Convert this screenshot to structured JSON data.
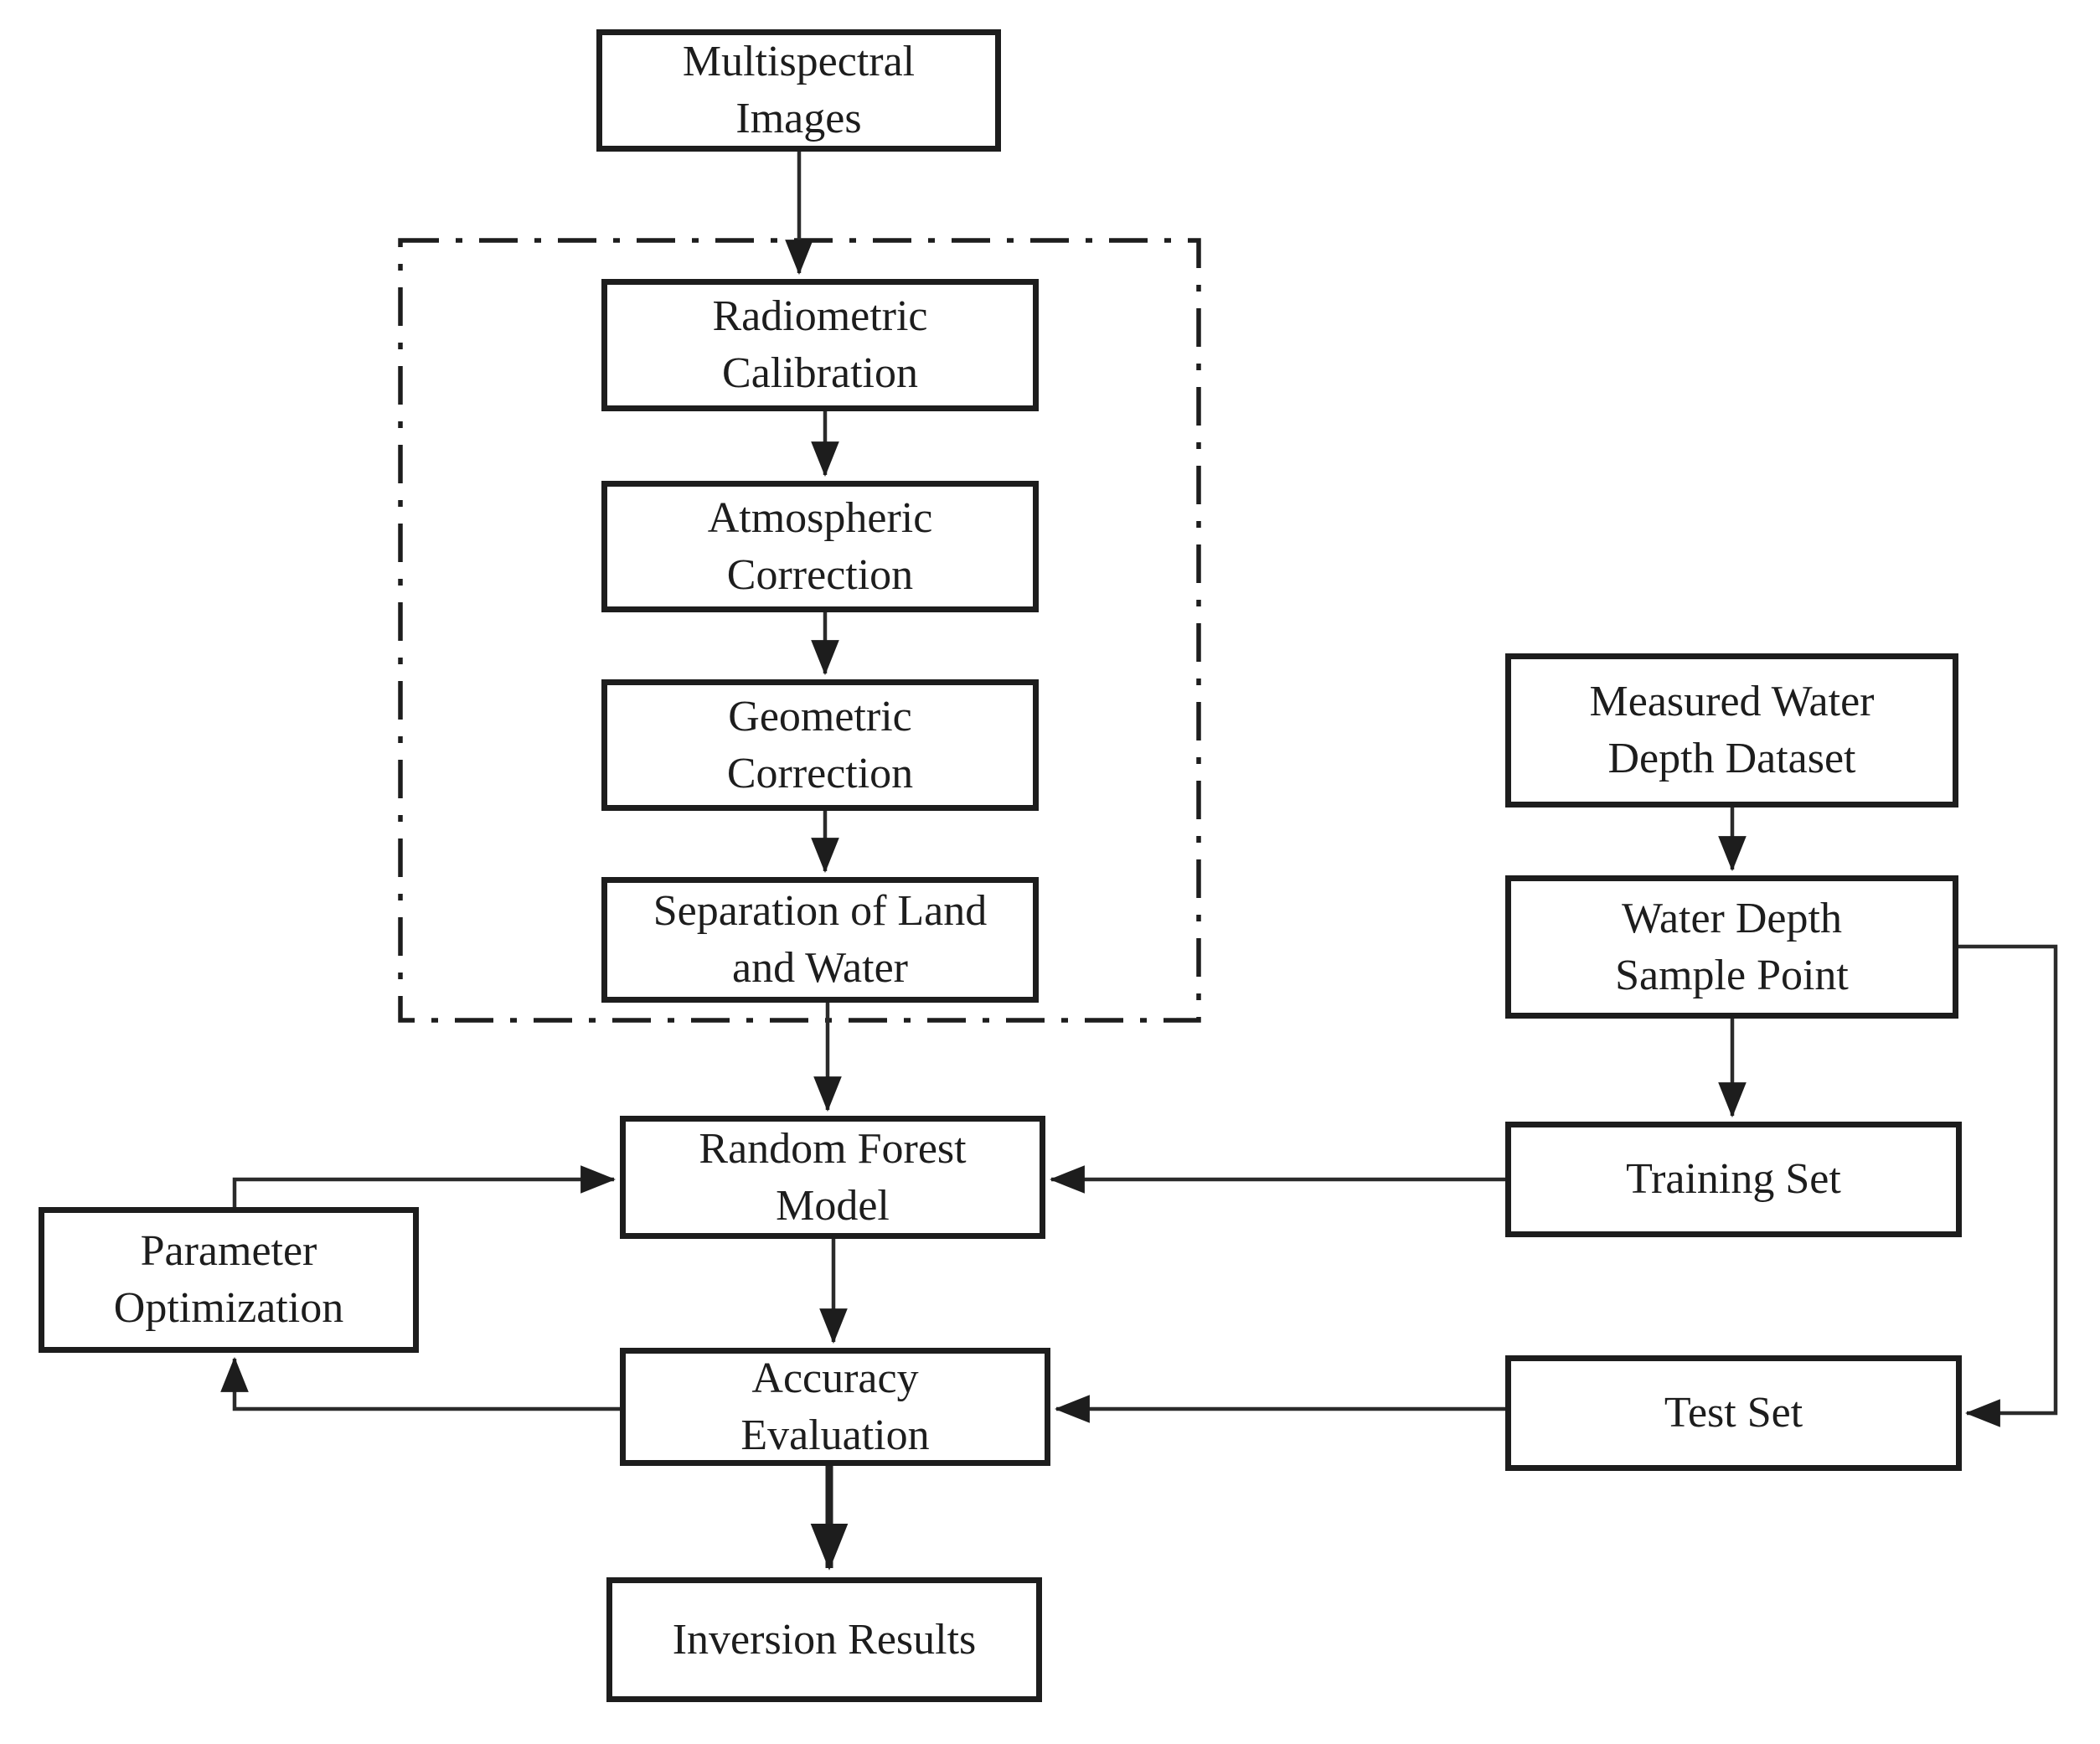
{
  "diagram": {
    "type": "flowchart",
    "colors": {
      "background": "#ffffff",
      "ink": "#1d1d1d",
      "wire": "#2b2b2b"
    },
    "nodes": {
      "multispectral": {
        "label": "Multispectral\nImages"
      },
      "radiometric": {
        "label": "Radiometric\nCalibration"
      },
      "atmospheric": {
        "label": "Atmospheric\nCorrection"
      },
      "geometric": {
        "label": "Geometric\nCorrection"
      },
      "separation": {
        "label": "Separation of Land\nand Water"
      },
      "random_forest": {
        "label": "Random Forest\nModel"
      },
      "parameter_optimization": {
        "label": "Parameter\nOptimization"
      },
      "accuracy": {
        "label": "Accuracy\nEvaluation"
      },
      "inversion": {
        "label": "Inversion Results"
      },
      "measured": {
        "label": "Measured Water\nDepth Dataset"
      },
      "water_sample": {
        "label": "Water Depth\nSample Point"
      },
      "training": {
        "label": "Training Set"
      },
      "test": {
        "label": "Test Set"
      }
    },
    "groups": [
      {
        "id": "preprocessing-group",
        "border_style": "dash-dot",
        "members": [
          "radiometric",
          "atmospheric",
          "geometric",
          "separation"
        ]
      }
    ],
    "edges": [
      {
        "from": "multispectral",
        "to": "radiometric",
        "style": "arrow"
      },
      {
        "from": "radiometric",
        "to": "atmospheric",
        "style": "arrow"
      },
      {
        "from": "atmospheric",
        "to": "geometric",
        "style": "arrow"
      },
      {
        "from": "geometric",
        "to": "separation",
        "style": "arrow"
      },
      {
        "from": "separation",
        "to": "random_forest",
        "style": "arrow"
      },
      {
        "from": "random_forest",
        "to": "accuracy",
        "style": "arrow"
      },
      {
        "from": "accuracy",
        "to": "inversion",
        "style": "arrow-bold"
      },
      {
        "from": "measured",
        "to": "water_sample",
        "style": "arrow"
      },
      {
        "from": "water_sample",
        "to": "training",
        "style": "arrow"
      },
      {
        "from": "water_sample",
        "to": "test",
        "style": "arrow-elbow-right"
      },
      {
        "from": "training",
        "to": "random_forest",
        "style": "arrow"
      },
      {
        "from": "test",
        "to": "accuracy",
        "style": "arrow"
      },
      {
        "from": "accuracy",
        "to": "parameter_optimization",
        "style": "arrow-elbow"
      },
      {
        "from": "parameter_optimization",
        "to": "random_forest",
        "style": "arrow-elbow"
      }
    ]
  }
}
